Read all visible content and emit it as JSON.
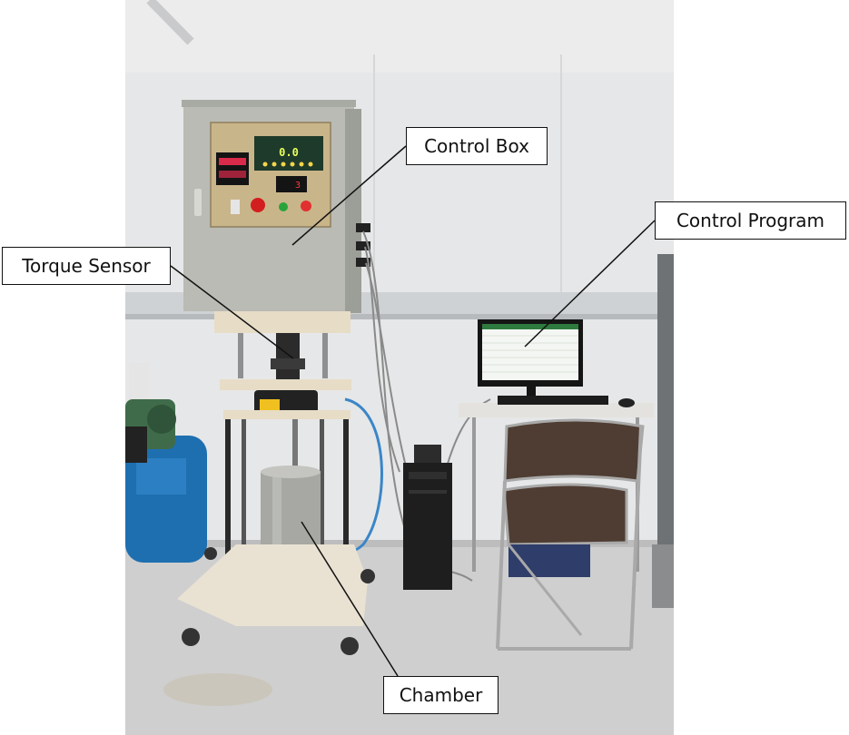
{
  "figure": {
    "labels": {
      "control_box": "Control Box",
      "control_program": "Control Program",
      "torque_sensor": "Torque Sensor",
      "chamber": "Chamber"
    }
  },
  "colors": {
    "wall": "#e6e7e8",
    "floor": "#cfcfcf",
    "cabinet": "#b9bbb4",
    "control_panel": "#c9b58a",
    "frame_cream": "#e7dcc6",
    "chamber_steel": "#a7a8a3",
    "hose_blue": "#3a86c8",
    "pc_black": "#1e1e1e",
    "chair_brown": "#4f3d33",
    "compressor_blue": "#1e6fb0",
    "motor_green": "#3f6b4a"
  }
}
